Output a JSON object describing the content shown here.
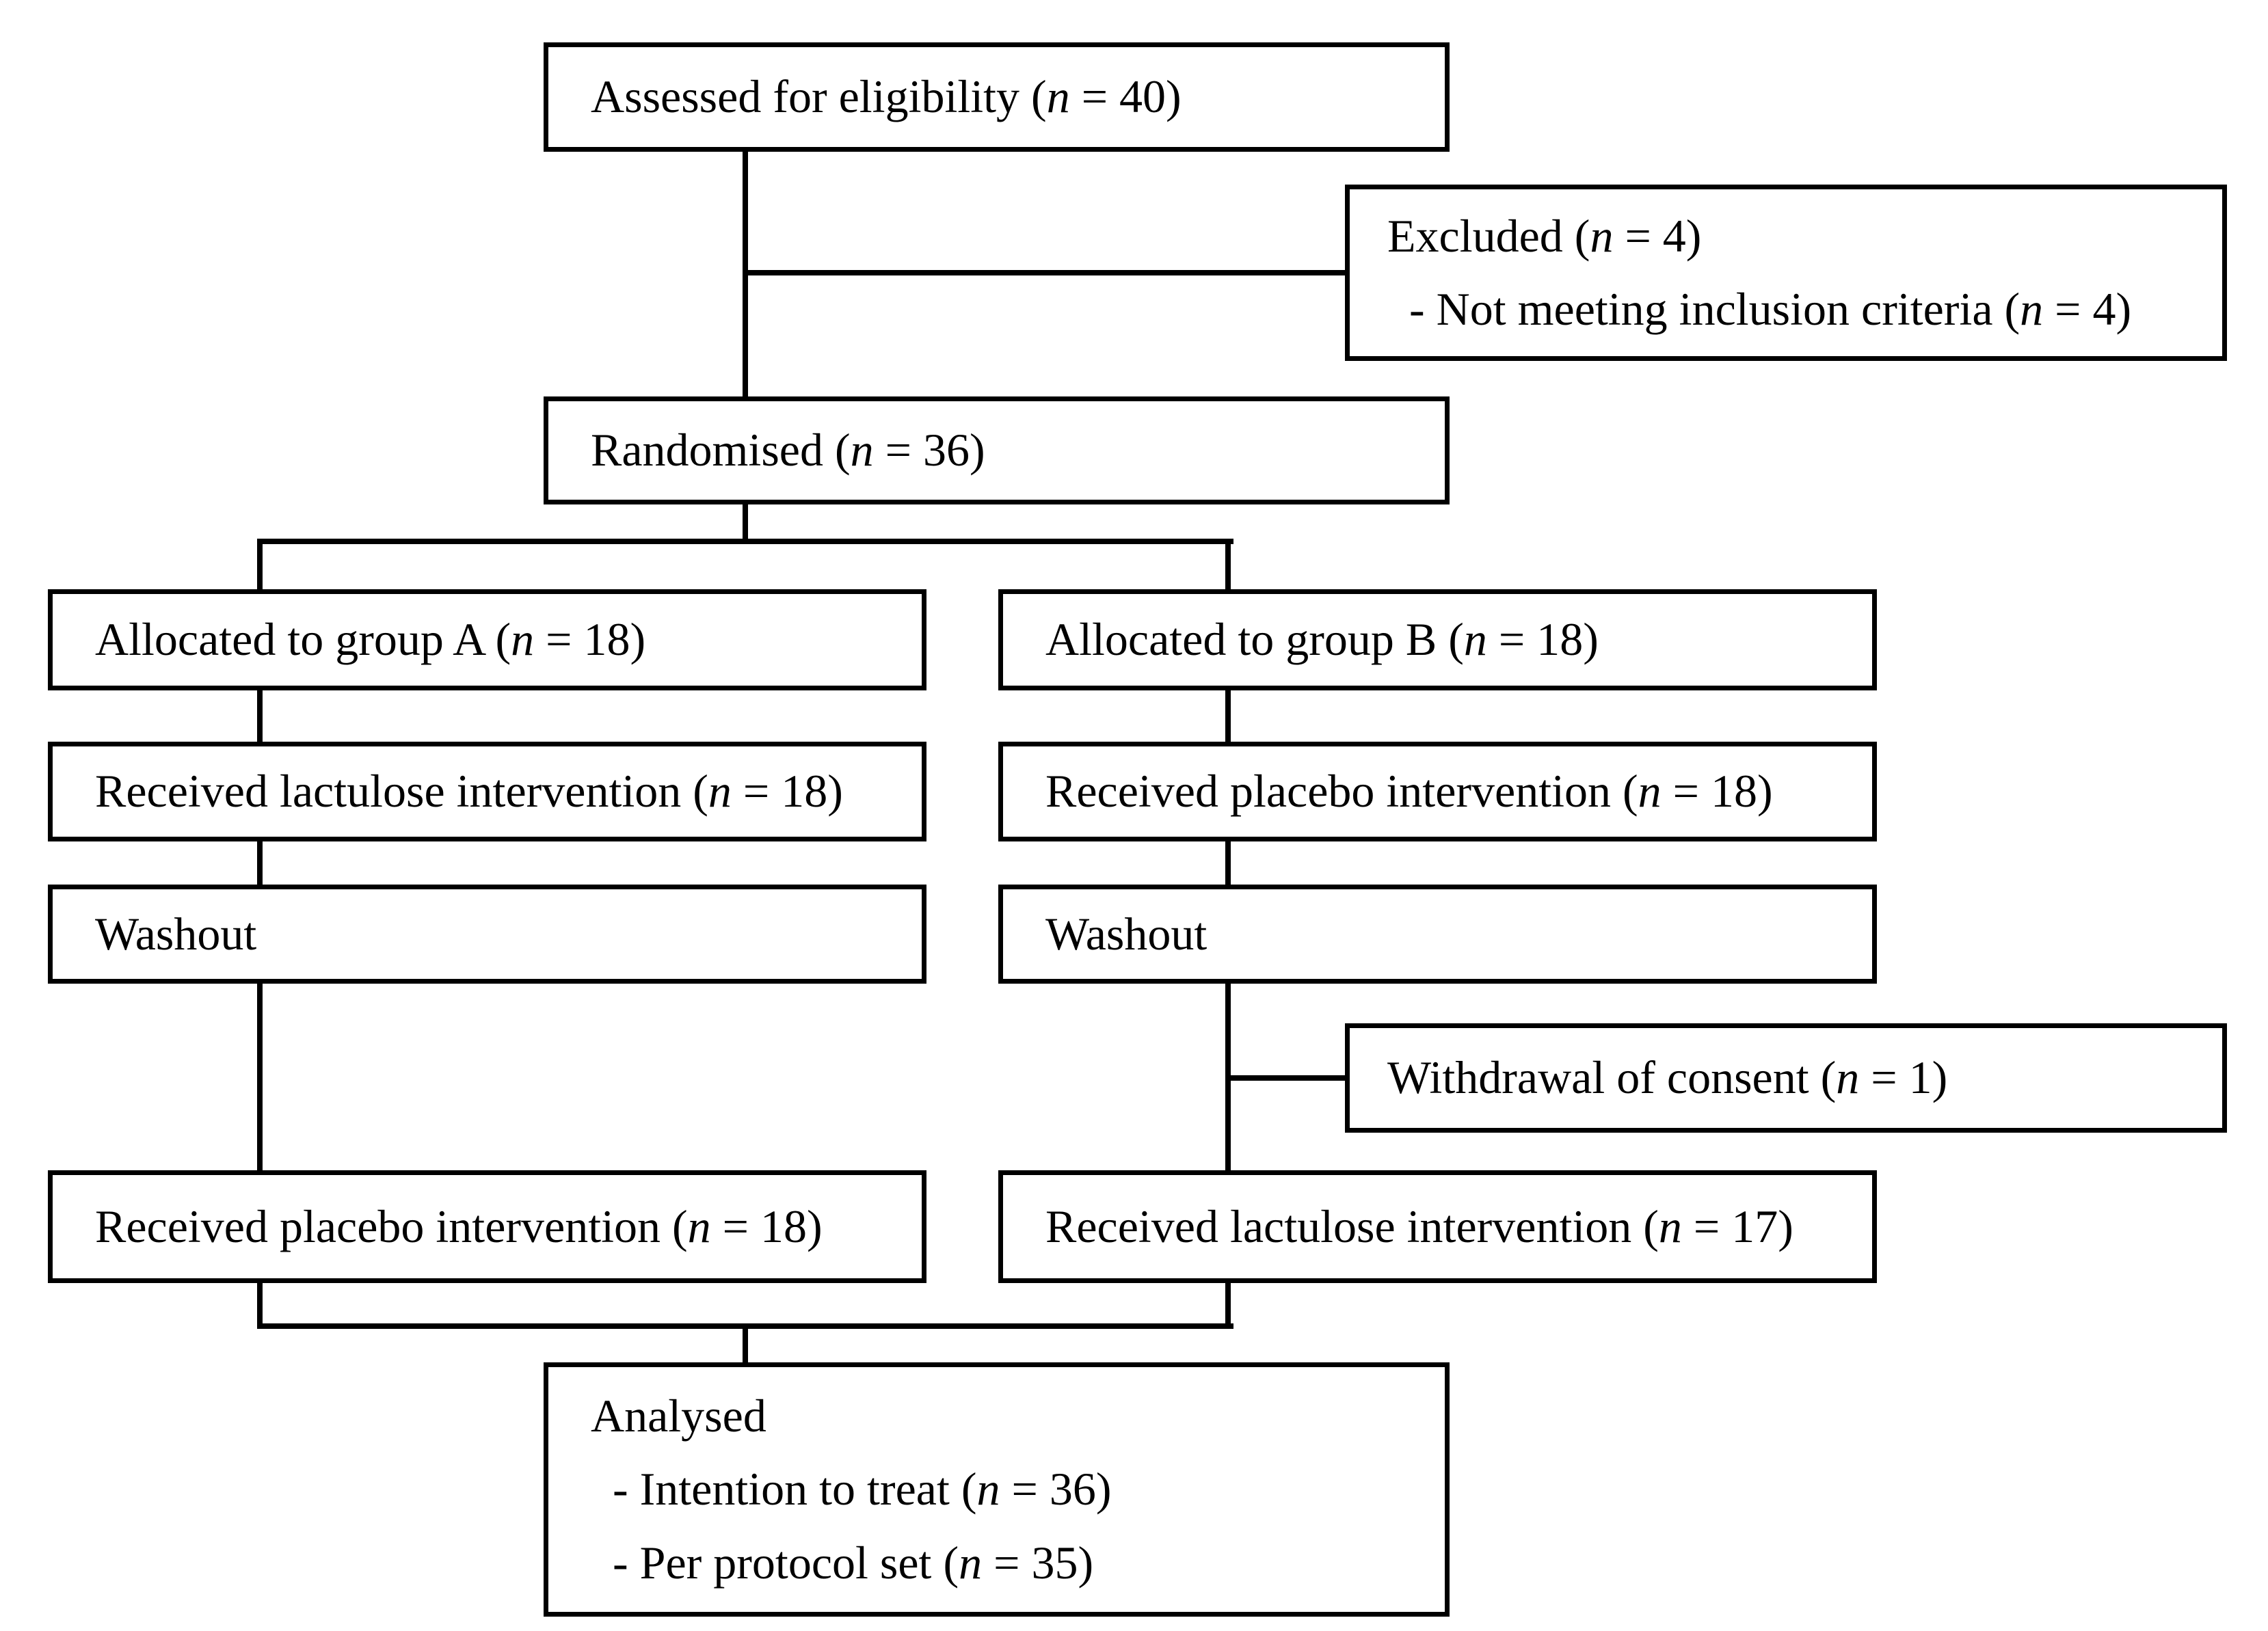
{
  "diagram": {
    "kind": "consort-participant-flow-diagram",
    "colors": {
      "line": "#000000",
      "background": "#ffffff",
      "box_fill": "#ffffff",
      "text": "#000000"
    },
    "boxes": {
      "assessed": {
        "line1": "Assessed for eligibility (n = 40)"
      },
      "excluded": {
        "line1": "Excluded (n = 4)",
        "line2": "- Not meeting inclusion criteria (n = 4)"
      },
      "randomised": {
        "line1": "Randomised (n = 36)"
      },
      "allocated_a": {
        "line1": "Allocated to group A (n = 18)"
      },
      "allocated_b": {
        "line1": "Allocated to group B (n = 18)"
      },
      "received_lactulose_a": {
        "line1": "Received lactulose intervention (n = 18)"
      },
      "received_placebo_b": {
        "line1": "Received placebo intervention (n = 18)"
      },
      "washout_a": {
        "line1": "Washout"
      },
      "washout_b": {
        "line1": "Washout"
      },
      "withdrawal": {
        "line1": "Withdrawal of consent (n = 1)"
      },
      "received_placebo_a": {
        "line1": "Received placebo intervention (n = 18)"
      },
      "received_lactulose_b": {
        "line1": "Received lactulose intervention (n = 17)"
      },
      "analysed": {
        "line1": "Analysed",
        "line2": "- Intention to treat (n = 36)",
        "line3": "- Per protocol set (n = 35)"
      }
    }
  }
}
